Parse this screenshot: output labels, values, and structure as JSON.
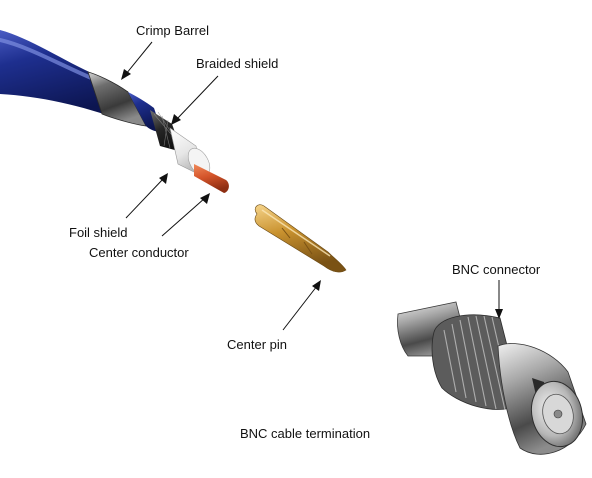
{
  "labels": {
    "crimp_barrel": "Crimp Barrel",
    "braided_shield": "Braided shield",
    "foil_shield": "Foil shield",
    "center_conductor": "Center conductor",
    "center_pin": "Center pin",
    "bnc_connector": "BNC connector",
    "caption": "BNC cable termination"
  },
  "colors": {
    "background": "#ffffff",
    "cable_jacket": "#1e2f8f",
    "braid": "#2a2a2a",
    "foil_dielectric": "#f2f2f2",
    "copper_conductor": "#d4542a",
    "brass_pin": "#c9922f",
    "connector_metal": "#9a9a9a",
    "arrow": "#111111"
  }
}
